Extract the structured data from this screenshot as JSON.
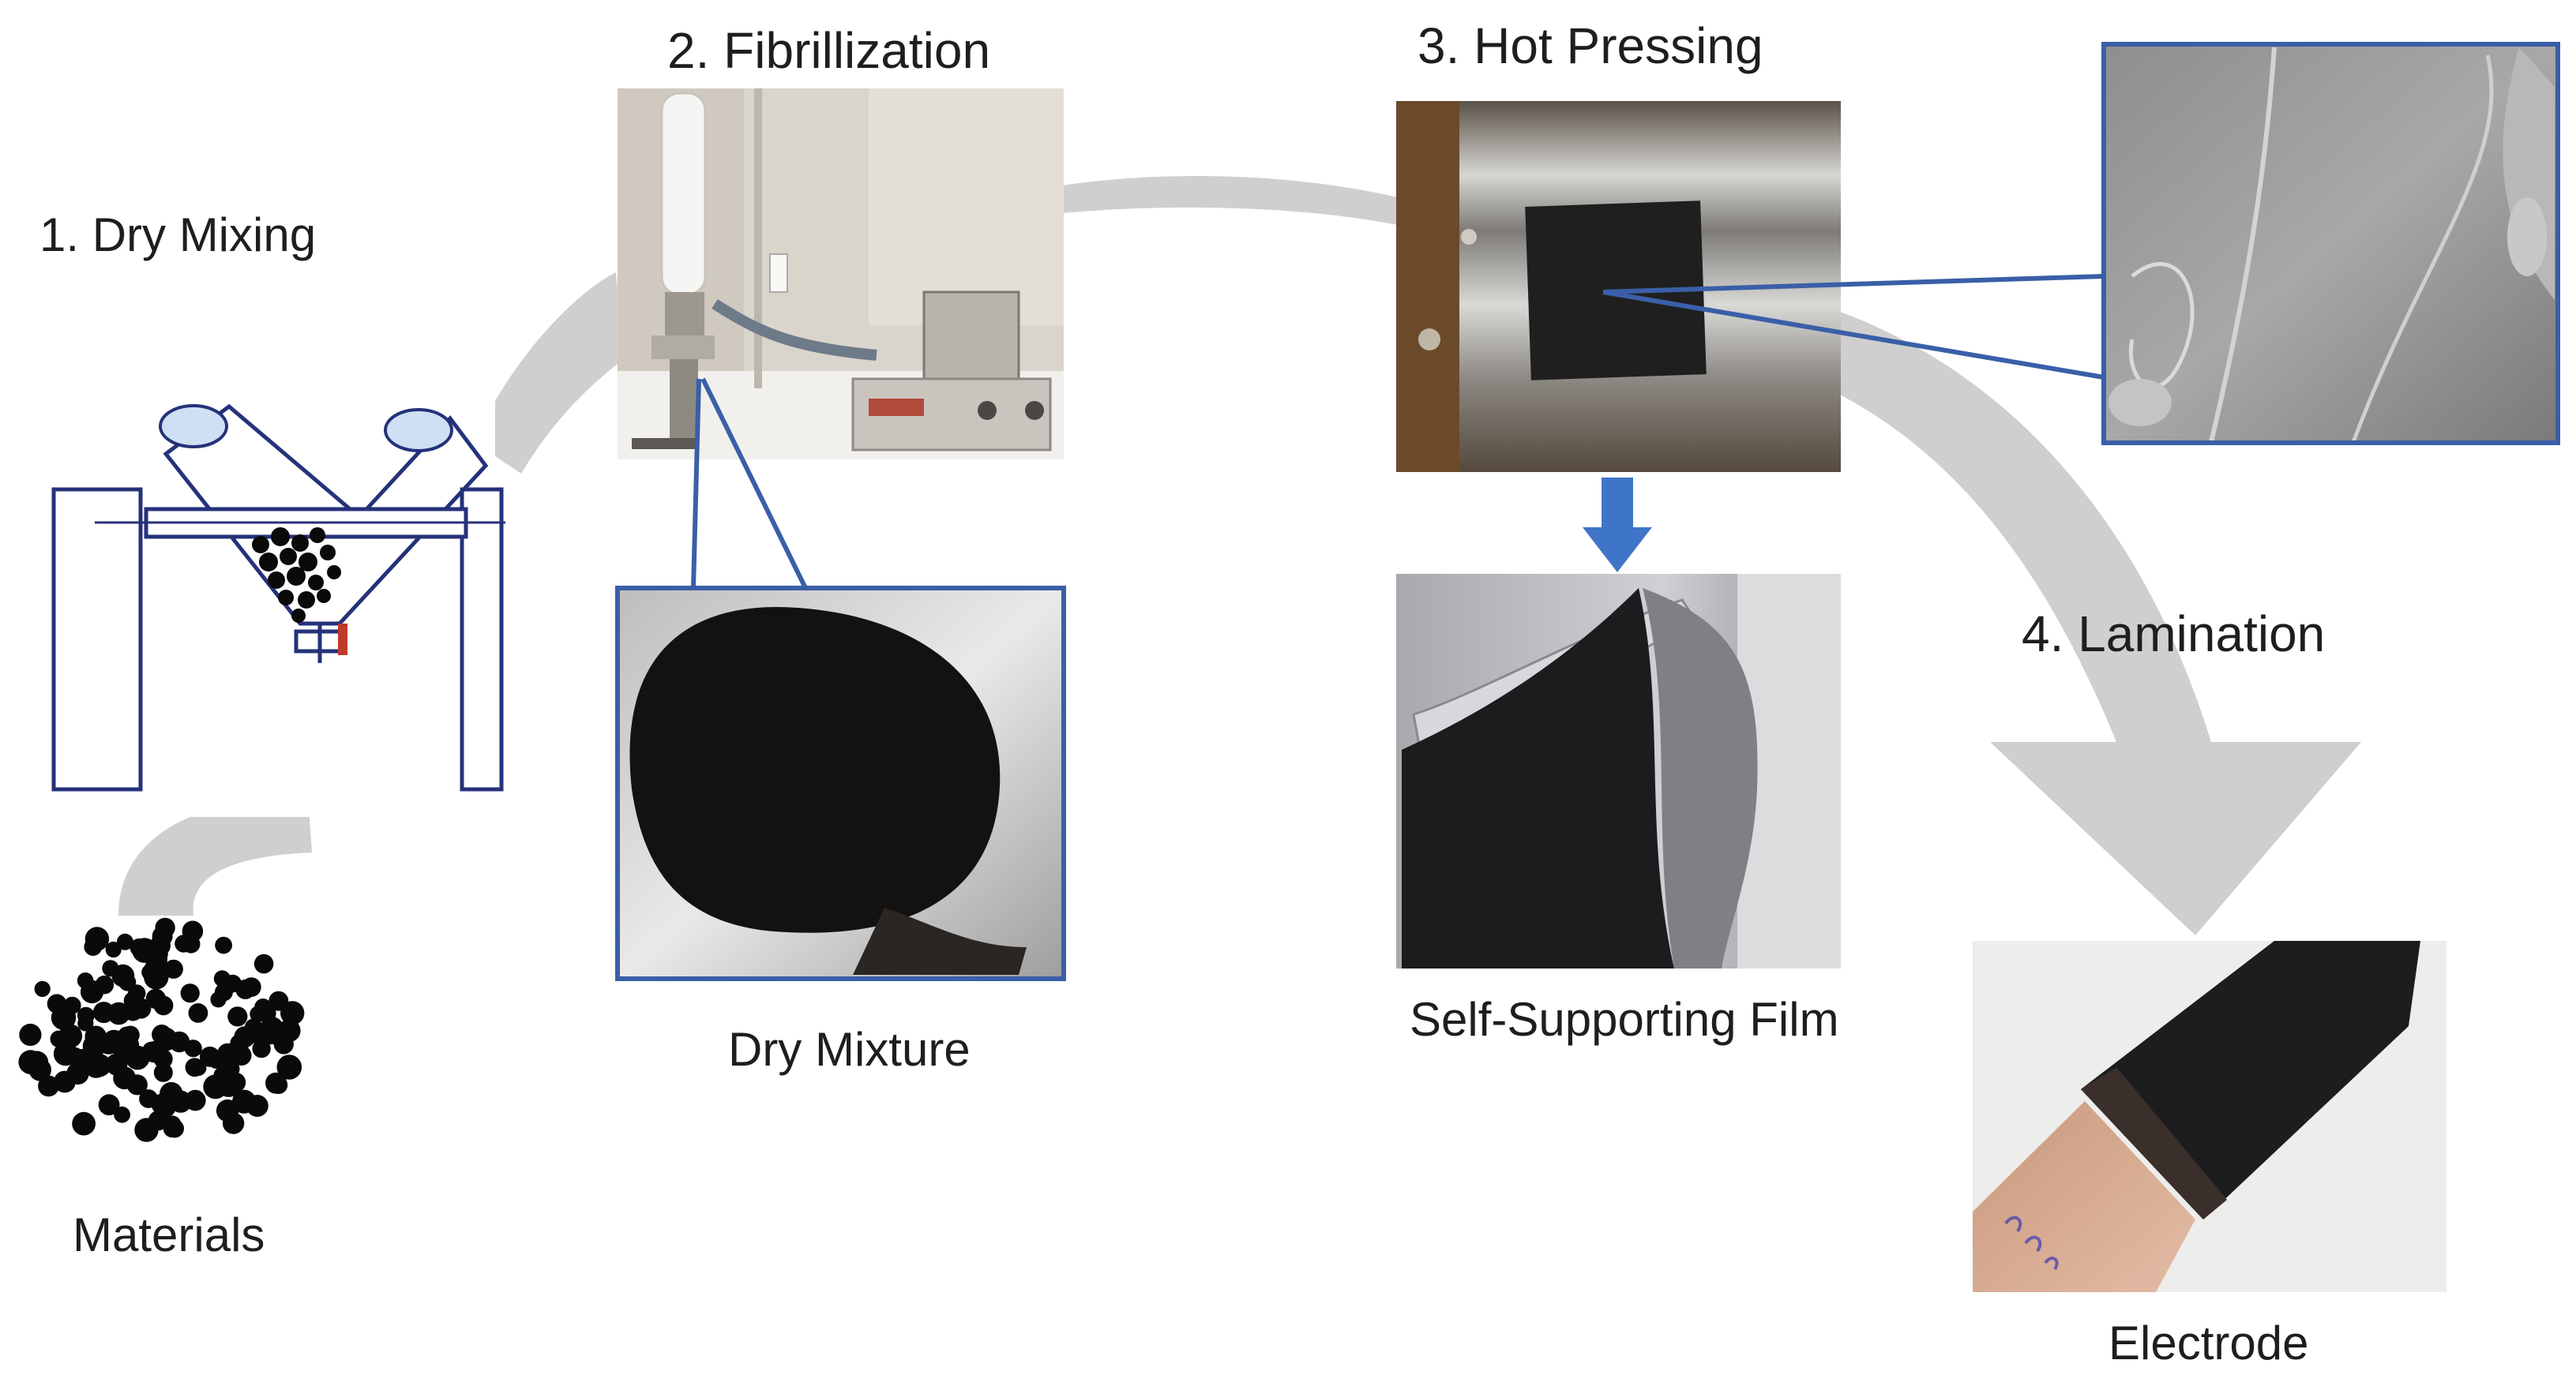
{
  "steps": {
    "dry_mixing": "1. Dry Mixing",
    "fibrillization": "2. Fibrillization",
    "hot_pressing": "3. Hot Pressing",
    "lamination": "4. Lamination"
  },
  "captions": {
    "materials": "Materials",
    "dry_mixture": "Dry Mixture",
    "film": "Self-Supporting Film",
    "electrode": "Electrode"
  },
  "colors": {
    "process_arrow": "#cfcfcf",
    "frame_blue": "#3a5fa8",
    "drop_arrow": "#3f75c9",
    "particle": "#0a0a0a"
  }
}
